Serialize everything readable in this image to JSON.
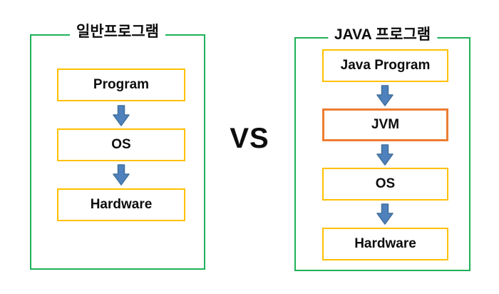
{
  "diagram": {
    "vs_label": "VS",
    "left_panel": {
      "title": "일반프로그램",
      "boxes": [
        {
          "label": "Program"
        },
        {
          "label": "OS"
        },
        {
          "label": "Hardware"
        }
      ]
    },
    "right_panel": {
      "title": "JAVA 프로그램",
      "boxes": [
        {
          "label": "Java Program"
        },
        {
          "label": "JVM",
          "highlighted": true
        },
        {
          "label": "OS"
        },
        {
          "label": "Hardware"
        }
      ]
    }
  },
  "colors": {
    "green_border": "#1eb158",
    "yellow_border": "#ffc000",
    "orange_border": "#ed7d31",
    "arrow_fill": "#4f81bd",
    "arrow_stroke": "#41719c",
    "text": "#0d0d0d"
  }
}
